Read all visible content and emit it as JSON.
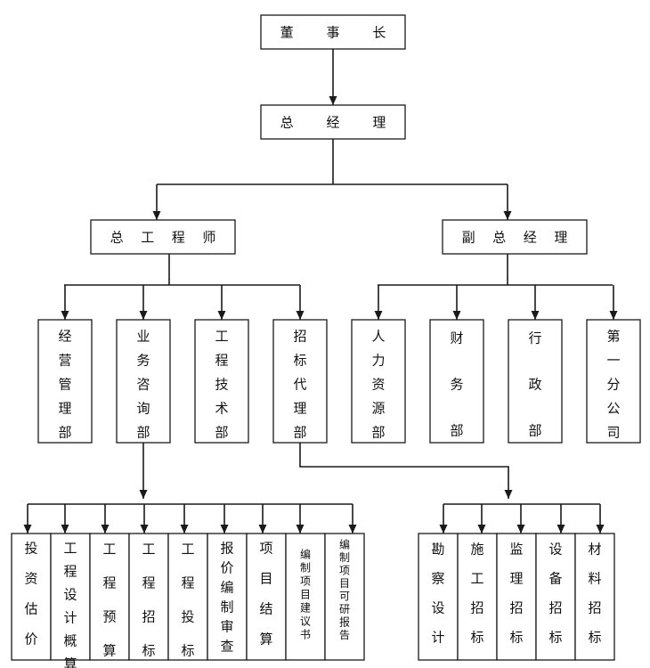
{
  "nodes": [
    {
      "id": "chairman",
      "label": "董 事 长"
    },
    {
      "id": "gm",
      "label": "总 经 理"
    },
    {
      "id": "chief-engineer",
      "label": "总工程师"
    },
    {
      "id": "deputy-gm",
      "label": "副总经理"
    },
    {
      "id": "dept-operations",
      "label": "经营管理部"
    },
    {
      "id": "dept-consulting",
      "label": "业务咨询部"
    },
    {
      "id": "dept-technology",
      "label": "工程技术部"
    },
    {
      "id": "dept-bidding-agency",
      "label": "招标代理部"
    },
    {
      "id": "dept-hr",
      "label": "人力资源部"
    },
    {
      "id": "dept-finance",
      "label": "财务部"
    },
    {
      "id": "dept-admin",
      "label": "行政部"
    },
    {
      "id": "branch-1",
      "label": "第一分公司"
    },
    {
      "id": "svc-investment-estimate",
      "label": "投资估价"
    },
    {
      "id": "svc-design-budget",
      "label": "工程设计概算"
    },
    {
      "id": "svc-project-budget",
      "label": "工程预算"
    },
    {
      "id": "svc-project-bidding",
      "label": "工程招标"
    },
    {
      "id": "svc-project-tender",
      "label": "工程投标"
    },
    {
      "id": "svc-price-review",
      "label": "报价编制审查"
    },
    {
      "id": "svc-project-settlement",
      "label": "项目结算"
    },
    {
      "id": "svc-proposal",
      "label": "编制项目建议书"
    },
    {
      "id": "svc-feasibility",
      "label": "编制项目可研报告"
    },
    {
      "id": "bid-survey-design",
      "label": "勘察设计"
    },
    {
      "id": "bid-construction",
      "label": "施工招标"
    },
    {
      "id": "bid-supervision",
      "label": "监理招标"
    },
    {
      "id": "bid-equipment",
      "label": "设备招标"
    },
    {
      "id": "bid-materials",
      "label": "材料招标"
    }
  ]
}
